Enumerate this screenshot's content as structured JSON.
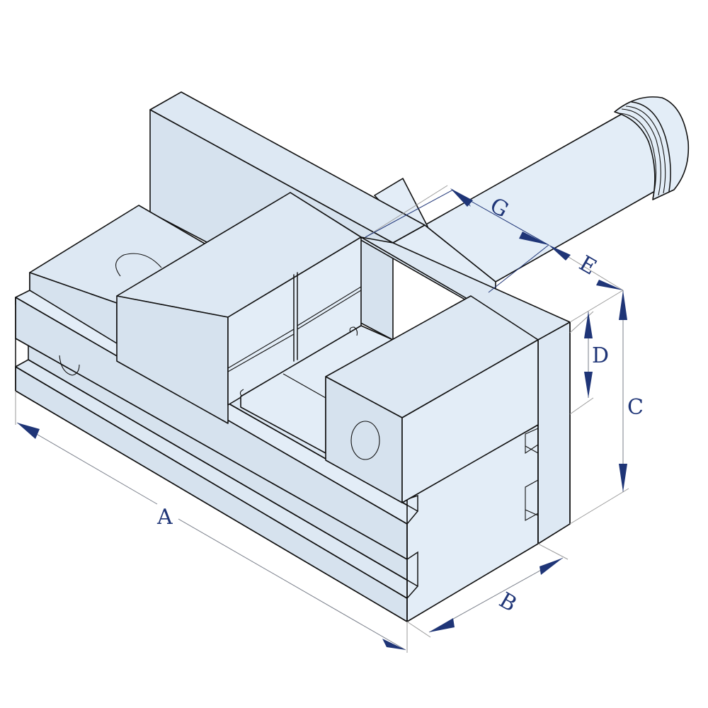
{
  "diagram": {
    "subject": "precision machine vise, isometric view",
    "colors": {
      "body_fill": "#dde8f3",
      "outline": "#111111",
      "dimension_blue": "#1f3577",
      "extension_line": "#9a9a9a",
      "background": "#ffffff"
    },
    "dimensions": {
      "A": "A",
      "B": "B",
      "C": "C",
      "D": "D",
      "E": "E",
      "G": "G"
    },
    "dimension_meaning": [
      {
        "label": "A",
        "describes": "overall base length"
      },
      {
        "label": "B",
        "describes": "base width"
      },
      {
        "label": "C",
        "describes": "overall height of body"
      },
      {
        "label": "D",
        "describes": "jaw height"
      },
      {
        "label": "E",
        "describes": "screw end offset"
      },
      {
        "label": "G",
        "describes": "screw shaft length to body"
      }
    ]
  }
}
